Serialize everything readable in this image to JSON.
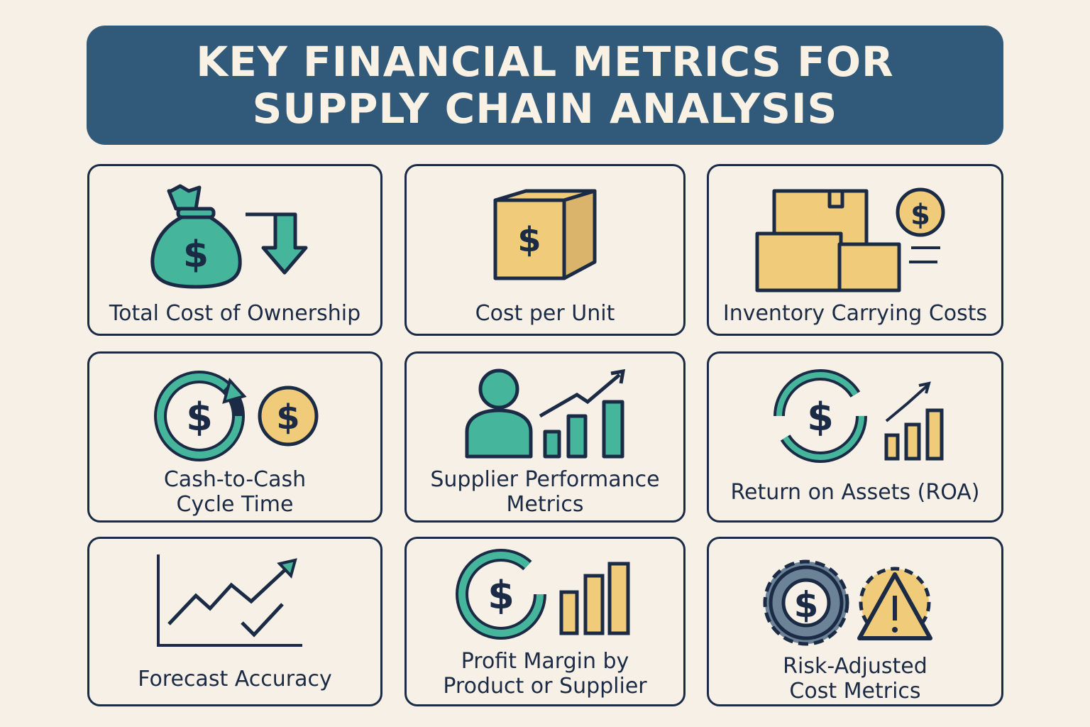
{
  "title": {
    "line1": "KEY FINANCIAL METRICS FOR",
    "line2": "SUPPLY CHAIN ANALYSIS"
  },
  "colors": {
    "background": "#f6f0e6",
    "header": "#30597a",
    "teal": "#45b59b",
    "yellow": "#f0cc7a",
    "outline": "#1b2b45",
    "gear": "#6c8296"
  },
  "cards": [
    {
      "label": "Total Cost of Ownership",
      "icon": "money-bag-down-arrow-icon"
    },
    {
      "label": "Cost per Unit",
      "icon": "dollar-box-icon"
    },
    {
      "label": "Inventory Carrying Costs",
      "icon": "stacked-boxes-coin-icon"
    },
    {
      "label_lines": [
        "Cash-to-Cash",
        "Cycle Time"
      ],
      "icon": "cycle-coin-icon"
    },
    {
      "label_lines": [
        "Supplier Performance",
        "Metrics"
      ],
      "icon": "person-growth-chart-icon"
    },
    {
      "label": "Return on Assets (ROA)",
      "icon": "cycle-dollar-bar-chart-icon"
    },
    {
      "label": "Forecast Accuracy",
      "icon": "line-chart-check-icon"
    },
    {
      "label_lines": [
        "Profit Margin by",
        "Product or Supplier"
      ],
      "icon": "cycle-dollar-bars-icon"
    },
    {
      "label_lines": [
        "Risk-Adjusted",
        "Cost Metrics"
      ],
      "icon": "gear-warning-icon"
    }
  ]
}
